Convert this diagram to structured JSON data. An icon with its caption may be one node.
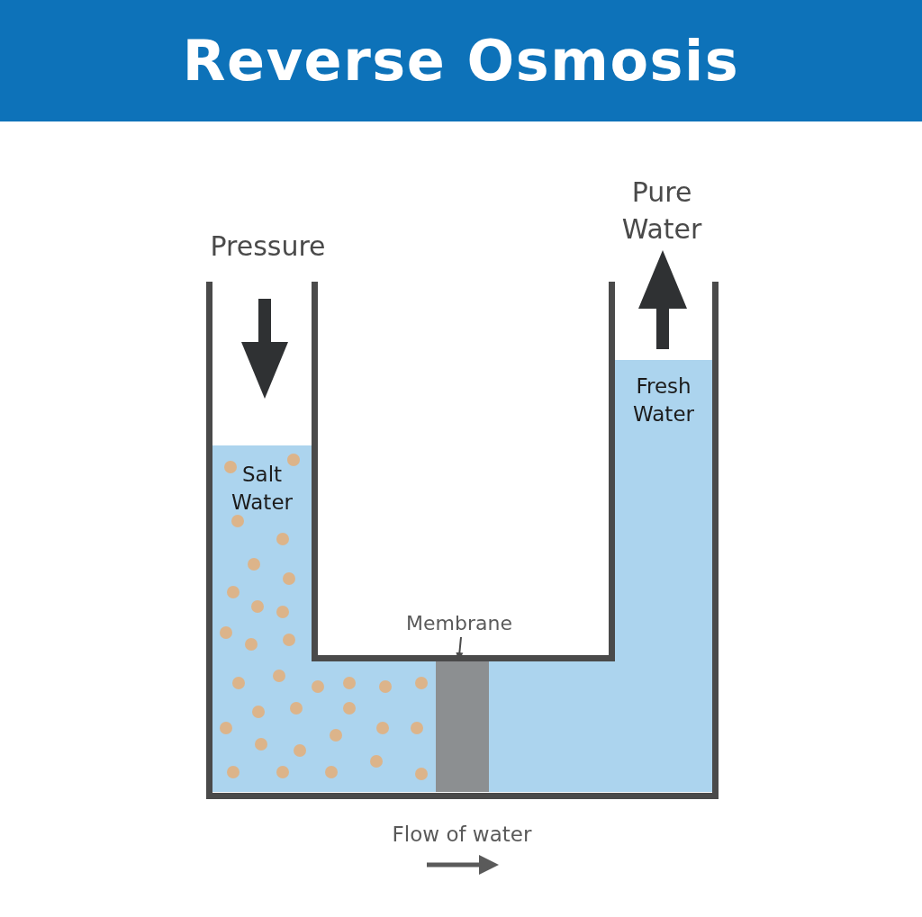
{
  "diagram": {
    "title": "Reverse Osmosis",
    "nodes": [
      {
        "text": [
          "Membrane"
        ]
      },
      {
        "text": [],
        "shape": "bar"
      }
    ],
    "edges": [
      {
        "from": 0,
        "to": 1,
        "arrow": "to"
      }
    ],
    "labels": [
      "Pressure",
      "Pure Water",
      "Salt Water",
      "Fresh Water",
      "Flow of water"
    ]
  }
}
